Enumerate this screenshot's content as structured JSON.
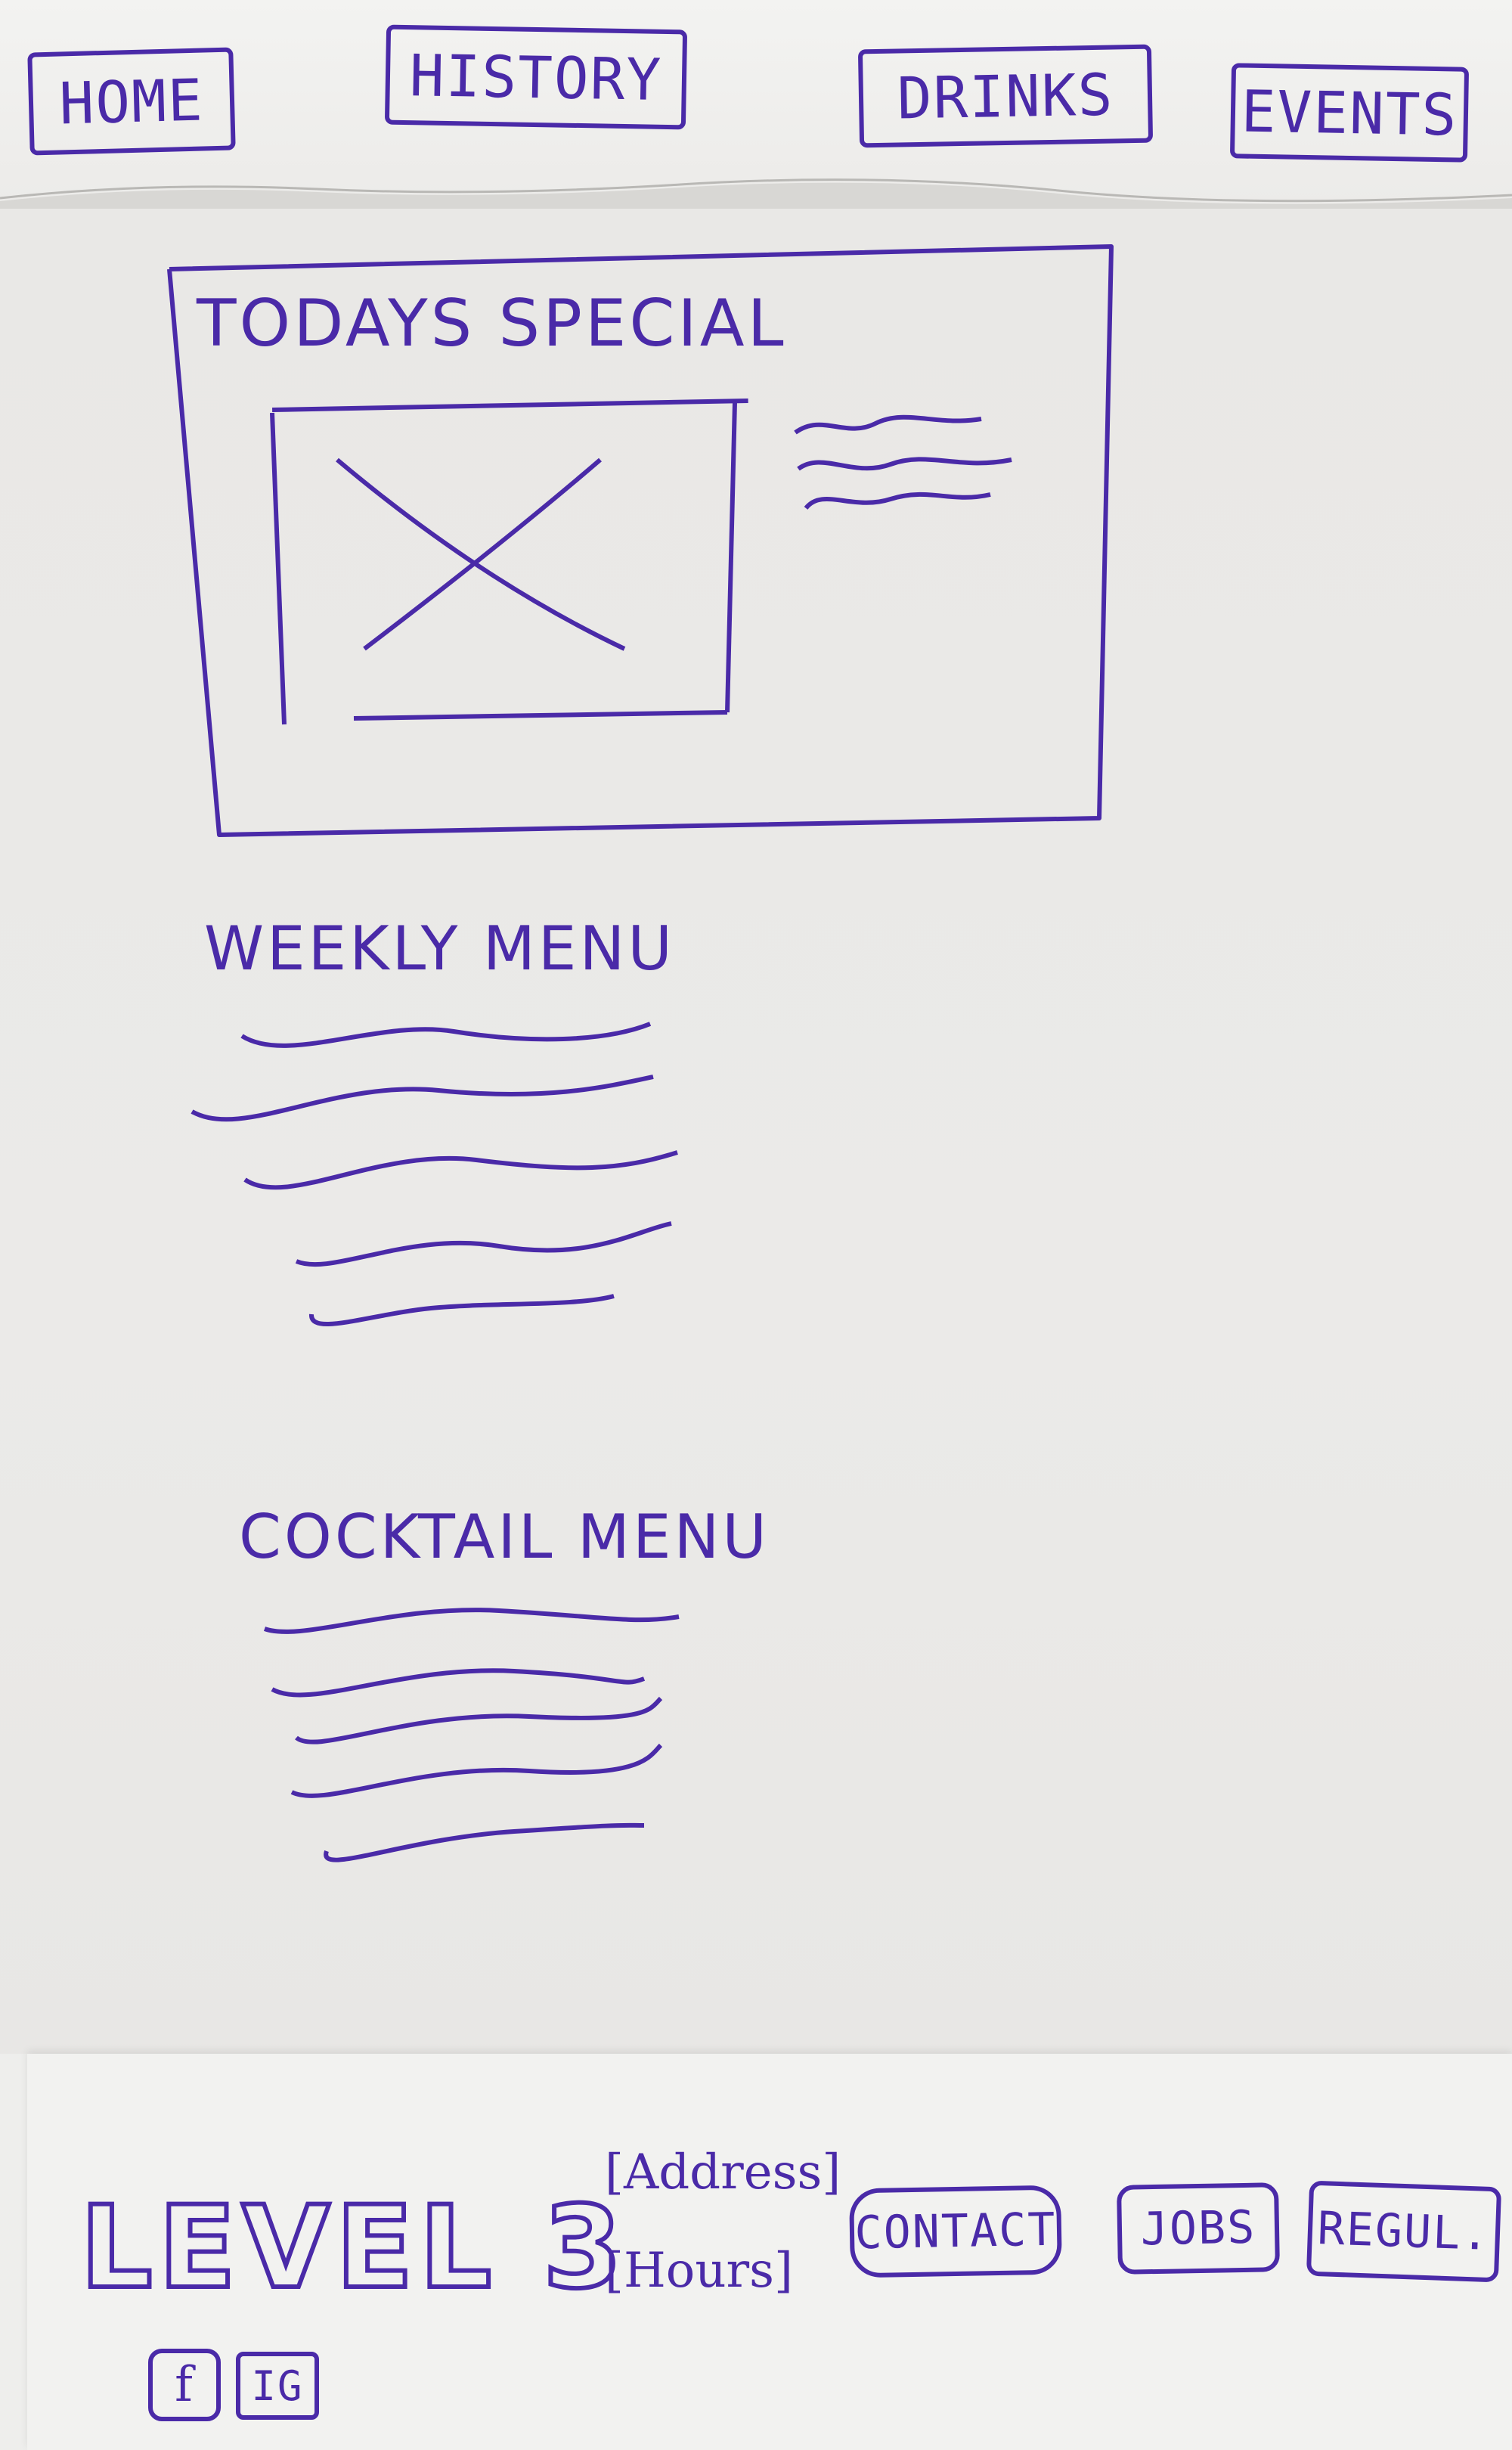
{
  "nav": {
    "items": [
      {
        "label": "HOME"
      },
      {
        "label": "HISTORY"
      },
      {
        "label": "DRINKS"
      },
      {
        "label": "EVENTS"
      }
    ]
  },
  "special": {
    "title": "TODAYS SPECIAL"
  },
  "weekly": {
    "title": "WEEKLY MENU"
  },
  "cocktail": {
    "title": "COCKTAIL MENU"
  },
  "footer": {
    "logo": "LEVEL 3",
    "address": "[Address]",
    "hours": "[Hours]",
    "buttons": [
      {
        "label": "CONTACT"
      },
      {
        "label": "JOBS"
      },
      {
        "label": "REGUL."
      }
    ],
    "social": [
      {
        "label": "f",
        "icon": "facebook-icon"
      },
      {
        "label": "IG",
        "icon": "instagram-icon"
      }
    ]
  },
  "colors": {
    "ink": "#4a2aa8",
    "paper": "#eeeeec"
  }
}
